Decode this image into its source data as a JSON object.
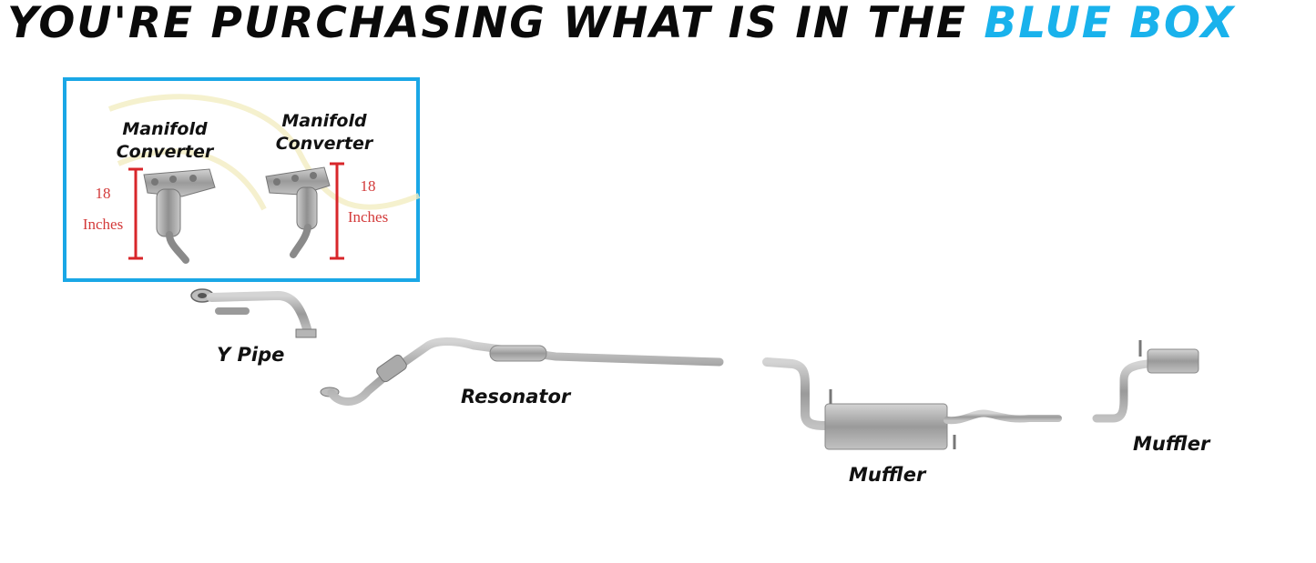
{
  "header": {
    "text": "YOU'RE PURCHASING WHAT IS IN THE",
    "highlight": "BLUE BOX",
    "highlight_color": "#19b2ec"
  },
  "box_color": "#1aa7e6",
  "measure_color": "#d33a3a",
  "parts": {
    "left_converter": {
      "line1": "Manifold",
      "line2": "Converter",
      "size_num": "18",
      "size_unit": "Inches"
    },
    "right_converter": {
      "line1": "Manifold",
      "line2": "Converter",
      "size_num": "18",
      "size_unit": "Inches"
    },
    "y_pipe": "Y Pipe",
    "resonator": "Resonator",
    "muffler_mid": "Muffler",
    "muffler_rear": "Muffler"
  }
}
